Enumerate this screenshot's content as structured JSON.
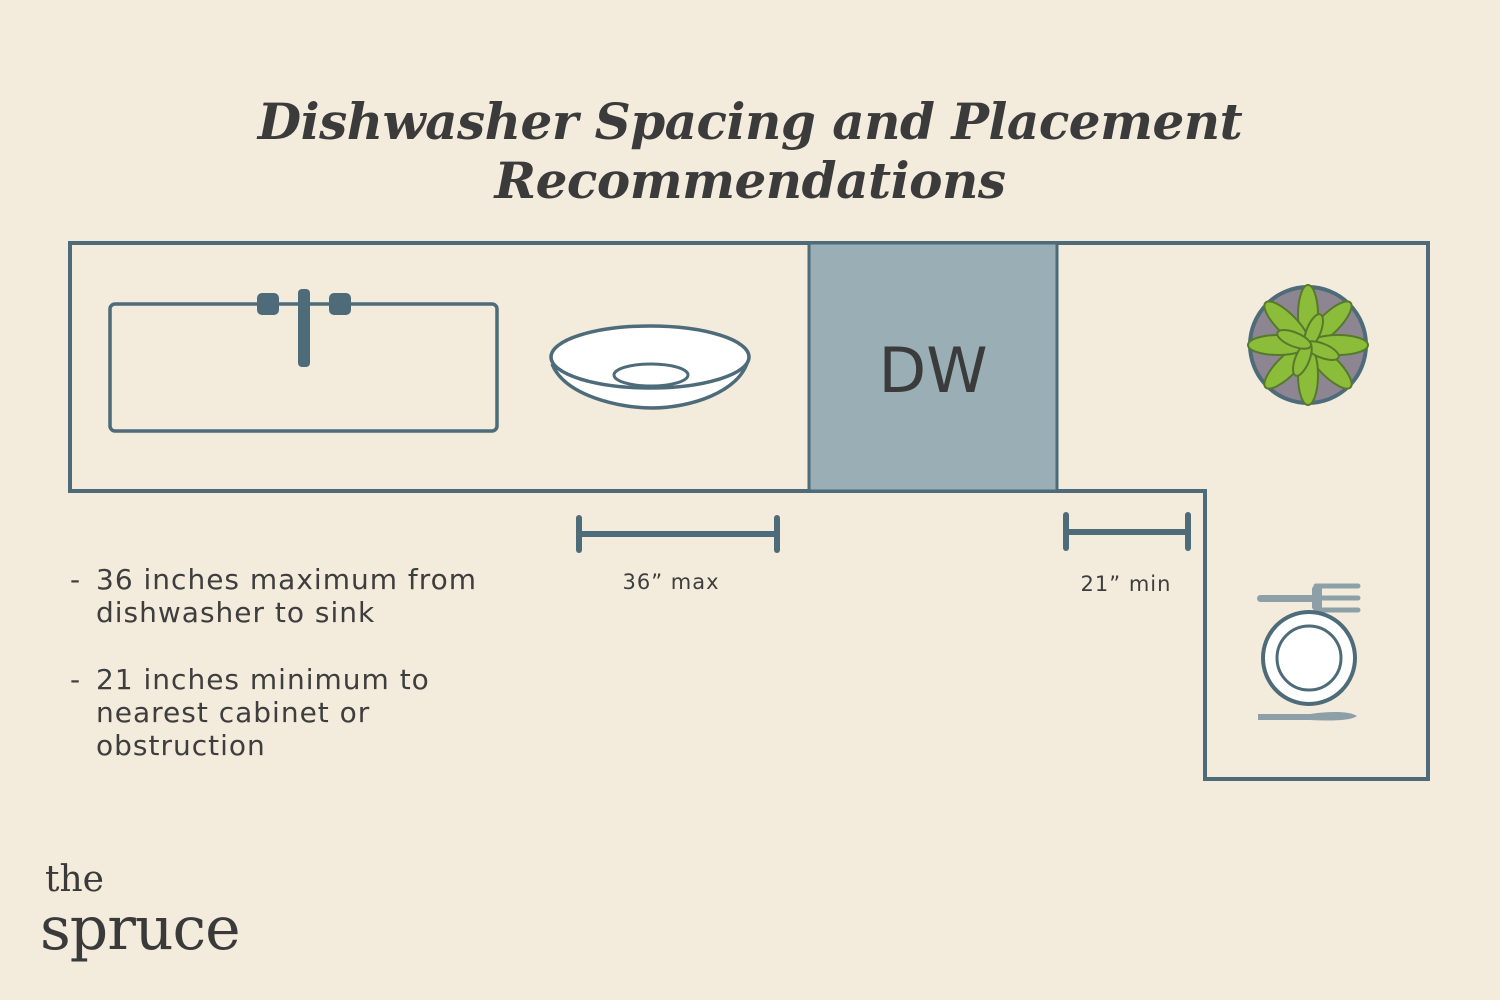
{
  "title": "Dishwasher Spacing and Placement Recommendations",
  "appliance_label": "DW",
  "dimensions": {
    "sink_distance": "36” max",
    "cabinet_distance": "21” min"
  },
  "notes": [
    {
      "bullet": "-",
      "text": "36 inches maximum from dishwasher to sink"
    },
    {
      "bullet": "-",
      "text": "21 inches minimum to nearest cabinet or obstruction"
    }
  ],
  "brand": {
    "line1": "the",
    "line2": "spruce"
  },
  "colors": {
    "background": "#f3ebdc",
    "outline": "#4e6b7a",
    "dishwasher": "#9aaeb6",
    "plant_leaf": "#8bbd3a",
    "plant_pot": "#8e8593"
  },
  "icons": [
    "sink-icon",
    "faucet-icon",
    "bowl-icon",
    "plant-icon",
    "fork-icon",
    "plate-icon",
    "knife-icon"
  ]
}
